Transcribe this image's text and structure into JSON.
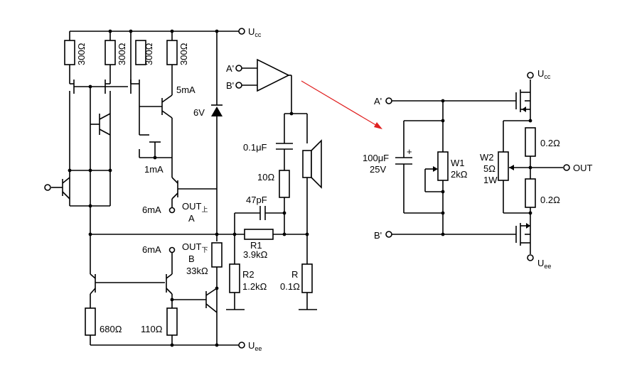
{
  "left_circuit": {
    "supply_pos": "U",
    "supply_pos_sub": "cc",
    "supply_neg": "U",
    "supply_neg_sub": "ee",
    "r_top_1": "300Ω",
    "r_top_2": "300Ω",
    "r_top_3": "300Ω",
    "r_top_4": "300Ω",
    "current_5ma": "5mA",
    "zener": "6V",
    "current_1ma": "1mA",
    "current_6ma_top": "6mA",
    "out_top": "OUT",
    "out_top_sub": "上",
    "point_a": "A",
    "current_6ma_bottom": "6mA",
    "out_bottom": "OUT",
    "out_bottom_sub": "下",
    "point_b": "B",
    "r_33k": "33kΩ",
    "r_680": "680Ω",
    "r_110": "110Ω",
    "amp_in_a": "A'",
    "amp_in_b": "B'",
    "cap_01": "0.1μF",
    "r_10": "10Ω",
    "cap_47p": "47pF",
    "r1_name": "R1",
    "r1_value": "3.9kΩ",
    "r2_name": "R2",
    "r2_value": "1.2kΩ",
    "r_name": "R",
    "r_value": "0.1Ω"
  },
  "right_circuit": {
    "in_a": "A'",
    "in_b": "B'",
    "cap_value": "100μF",
    "cap_voltage": "25V",
    "w1_name": "W1",
    "w1_value": "2kΩ",
    "w2_name": "W2",
    "w2_value": "5Ω",
    "w2_power": "1W",
    "r_top": "0.2Ω",
    "r_bottom": "0.2Ω",
    "out": "OUT",
    "supply_pos": "U",
    "supply_pos_sub": "cc",
    "supply_neg": "U",
    "supply_neg_sub": "ee"
  },
  "colors": {
    "arrow": "#e02020",
    "ink": "#000000"
  }
}
